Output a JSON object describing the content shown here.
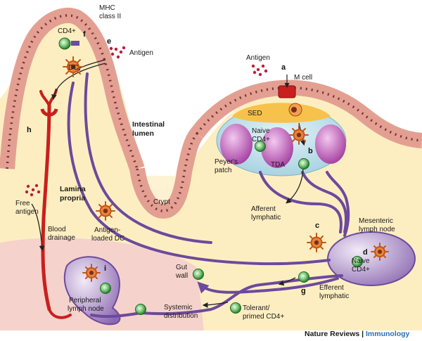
{
  "labels": {
    "mhc_class_ii": [
      "MHC",
      "class II"
    ],
    "cd4": "CD4+",
    "dc": "DC",
    "antigen_villus": "Antigen",
    "antigen_mcell": "Antigen",
    "m_cell": "M cell",
    "sed": "SED",
    "naive_cd4_pp": [
      "Naive",
      "CD4+"
    ],
    "tda": "TDA",
    "peyers_patch": [
      "Peyer's",
      "patch"
    ],
    "intestinal_lumen": [
      "Intestinal",
      "lumen"
    ],
    "crypt": "Crypt",
    "lamina_propria": [
      "Lamina",
      "propria"
    ],
    "free_antigen": [
      "Free",
      "antigen"
    ],
    "blood_drainage": [
      "Blood",
      "drainage"
    ],
    "antigen_loaded_dc": [
      "Antigen-",
      "loaded DC"
    ],
    "afferent_lymphatic": [
      "Afferent",
      "lymphatic"
    ],
    "mesenteric_lymph_node": [
      "Mesenteric",
      "lymph node"
    ],
    "naive_cd4_mln": [
      "Naive",
      "CD4+"
    ],
    "efferent_lymphatic": [
      "Efferent",
      "lymphatic"
    ],
    "gut_wall": [
      "Gut",
      "wall"
    ],
    "peripheral_lymph_node": [
      "Peripheral",
      "lymph node"
    ],
    "systemic_distribution": [
      "Systemic",
      "distribution"
    ],
    "tolerant_primed_cd4": [
      "Tolerant/",
      "primed CD4+"
    ]
  },
  "step_letters": {
    "a": "a",
    "b": "b",
    "c": "c",
    "d": "d",
    "e": "e",
    "f": "f",
    "g": "g",
    "h": "h",
    "i": "i"
  },
  "credit": {
    "journal": "Nature Reviews",
    "separator": "|",
    "section": "Immunology"
  },
  "colors": {
    "epithelium": "#e09a8c",
    "epithelium_dark": "#b8584e",
    "nucleus": "#7a2f3a",
    "lamina": "#fbe8b0",
    "lymphatic": "#6c4a9c",
    "blood_vessel": "#c8201e",
    "dc": "#d96a1a",
    "cd4_cell": "#2f9a3a",
    "follicle": "#a94aa8",
    "peyers_dome": "#b9dde8",
    "sed": "#f6c24c",
    "m_cell": "#c8201e",
    "credit_blue": "#2b6fb3"
  }
}
